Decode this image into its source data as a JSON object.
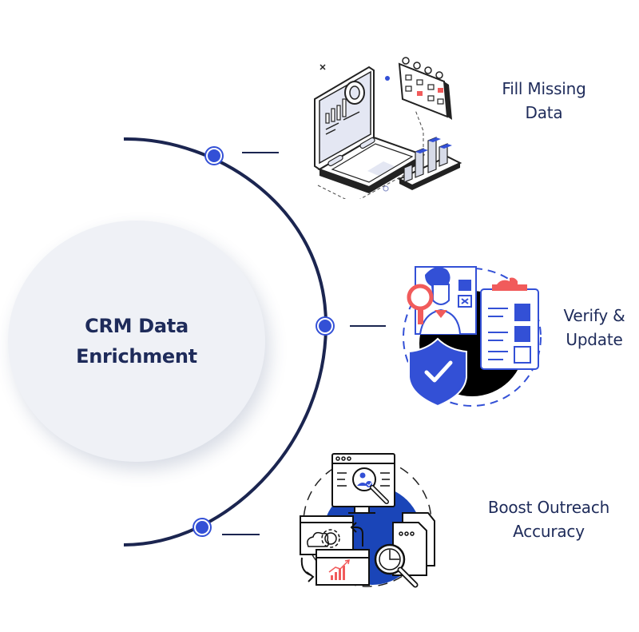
{
  "diagram": {
    "center": {
      "title_line1": "CRM Data",
      "title_line2": "Enrichment"
    },
    "steps": [
      {
        "label_line1": "Fill Missing",
        "label_line2": "Data",
        "illustration": "laptop-calendar-bar-chart-icon"
      },
      {
        "label_line1": "Verify &",
        "label_line2": "Update",
        "illustration": "verify-shield-clipboard-icon"
      },
      {
        "label_line1": "Boost Outreach",
        "label_line2": "Accuracy",
        "illustration": "analytics-search-monitor-icon"
      }
    ],
    "colors": {
      "arc": "#1b2550",
      "node": "#3350d6",
      "text": "#1e2b5a",
      "accent_red": "#f15b5b",
      "circle_bg": "#eff1f6"
    }
  }
}
